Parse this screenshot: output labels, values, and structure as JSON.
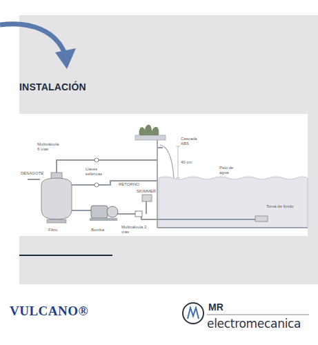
{
  "diagram": {
    "title": "INSTALACIÓN",
    "labels": [
      "Multiválvula 6 vías",
      "DESAGOTE",
      "Llaves esféricas",
      "RETORNO",
      "Cascada ABS",
      "40 cm",
      "Pelo de agua",
      "Toma de fondo",
      "SKIMMER",
      "Filtro",
      "Bomba",
      "Multiválvula 2 vías",
      "VULCANO®",
      "MR",
      "electromecanica"
    ]
  }
}
